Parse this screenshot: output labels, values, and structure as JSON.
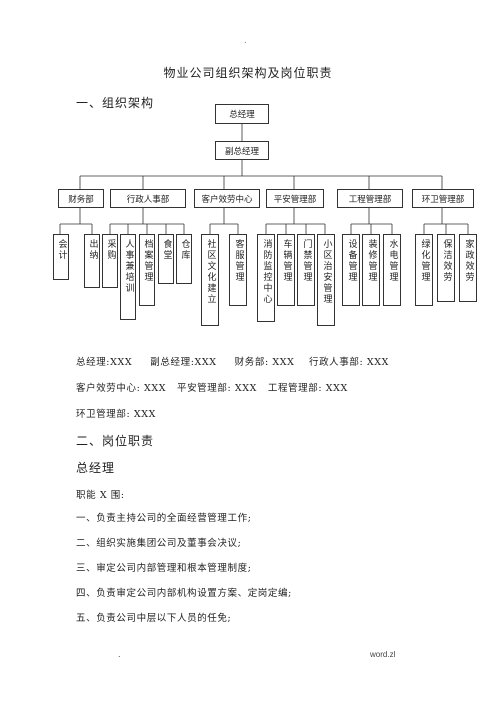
{
  "header_dot": ".",
  "title": "物业公司组织架构及岗位职责",
  "section1": "一、组织架构",
  "org": {
    "top": "总经理",
    "deputy": "副总经理",
    "departments": [
      "财务部",
      "行政人事部",
      "客户效劳中心",
      "平安管理部",
      "工程管理部",
      "环卫管理部"
    ],
    "units": [
      "会计",
      "出纳",
      "采购",
      "人事兼培训",
      "档案管理",
      "食堂",
      "仓库",
      "社区文化建立",
      "客服管理",
      "消防监控中心",
      "车辆管理",
      "门禁管理",
      "小区治安管理",
      "设备管理",
      "装修管理",
      "水电管理",
      "绿化管理",
      "保洁效劳",
      "家政效劳"
    ]
  },
  "roster": {
    "line1": "总经理:XXX     副总经理:XXX     财务部: XXX    行政人事部: XXX",
    "line2": "客户效劳中心: XXX   平安管理部: XXX   工程管理部: XXX",
    "line3": "环卫管理部: XXX"
  },
  "section2": "二、岗位职责",
  "subsection": "总经理",
  "duties_heading": "职能 X 围:",
  "duties": [
    "一、负责主持公司的全面经营管理工作;",
    "二、组织实施集团公司及董事会决议;",
    "三、审定公司内部管理和根本管理制度;",
    "四、负责审定公司内部机构设置方案、定岗定编;",
    "五、负责公司中层以下人员的任免;"
  ],
  "footer_left": ".",
  "footer_right": "word.zl"
}
